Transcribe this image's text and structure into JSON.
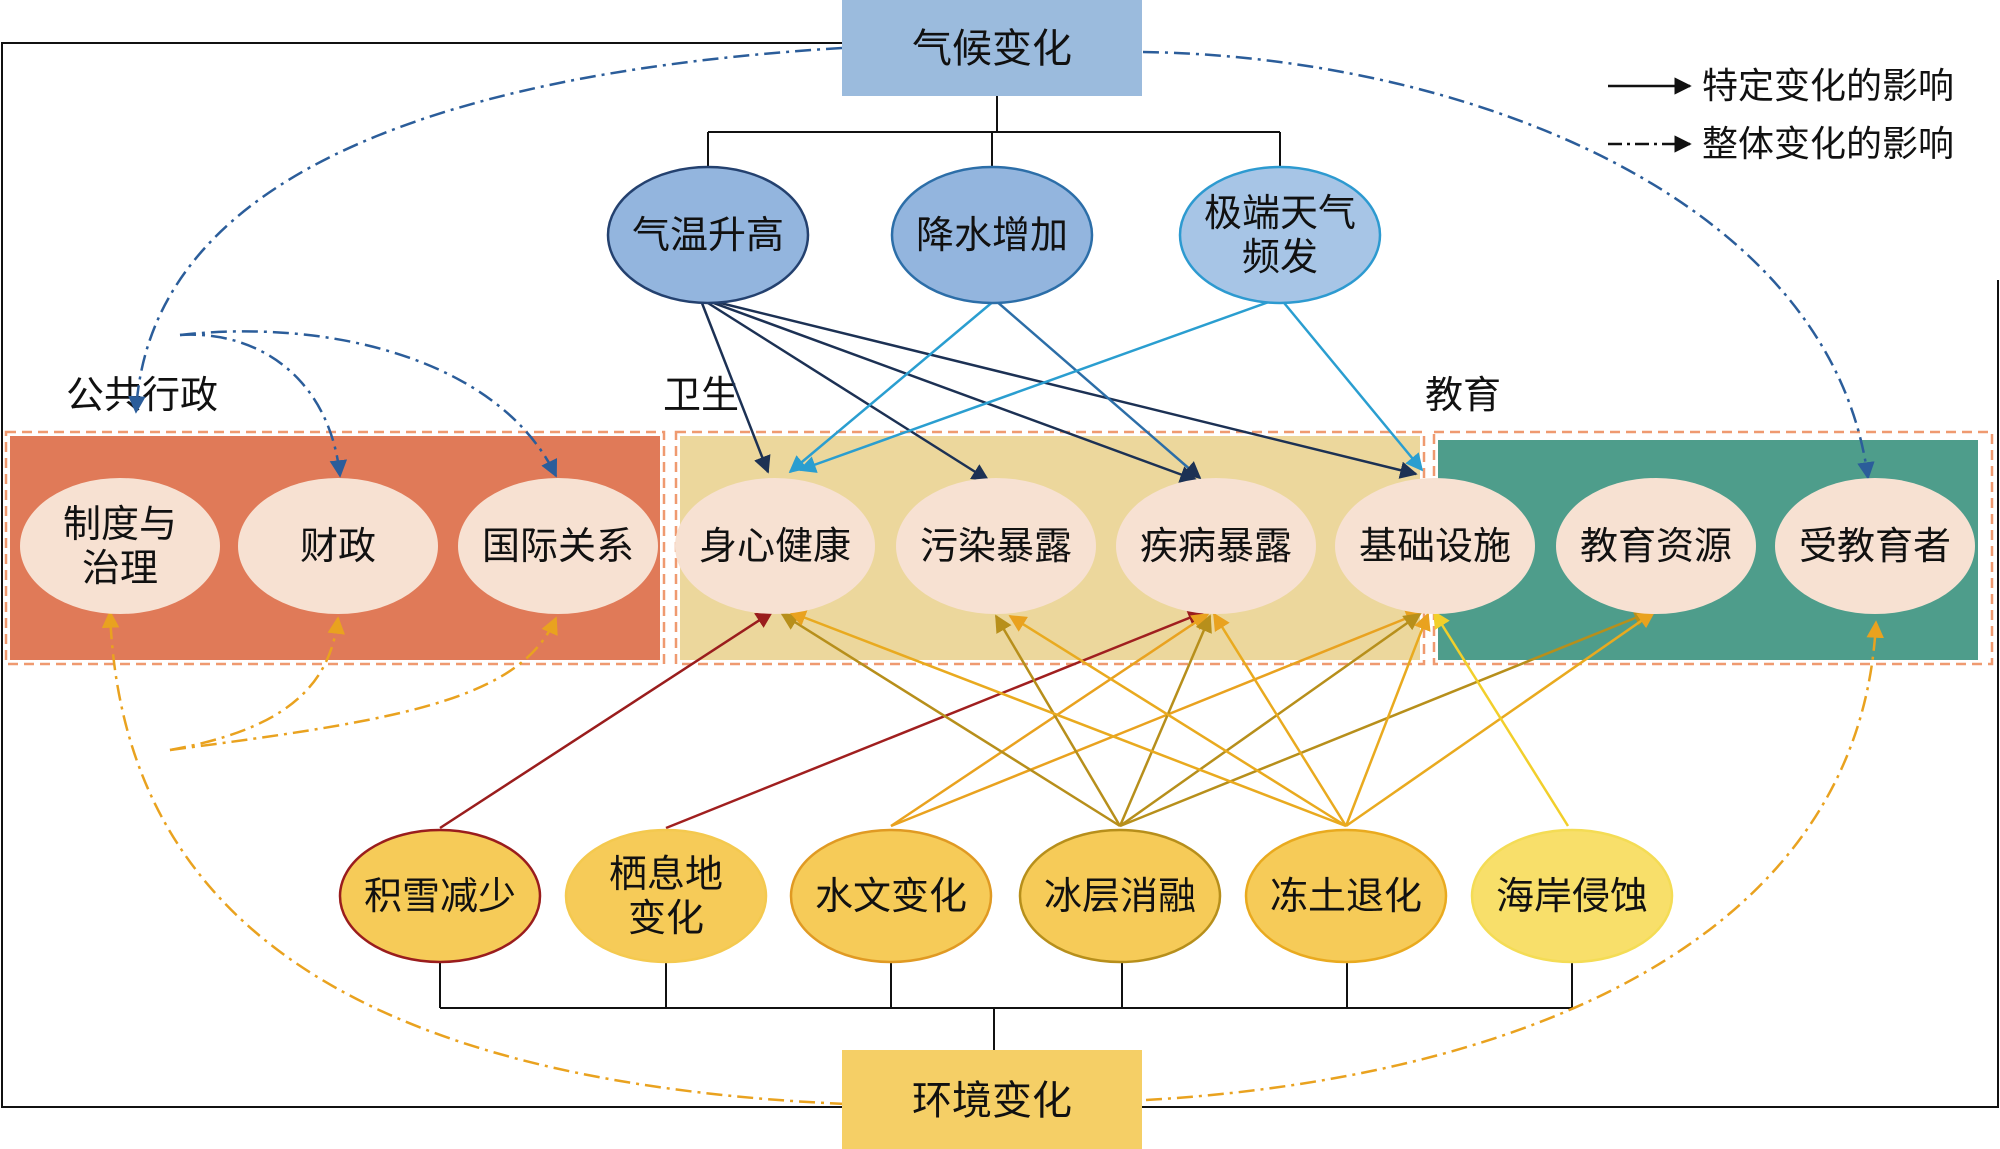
{
  "top_box": {
    "label": "气候变化",
    "color": "#9bbbdd"
  },
  "bottom_box": {
    "label": "环境变化",
    "color": "#f5cf66"
  },
  "legend": {
    "solid_label": "特定变化的影响",
    "dashed_label": "整体变化的影响"
  },
  "climate_factors": [
    {
      "lines": [
        "气温升高"
      ],
      "fill": "#93b5de",
      "stroke": "#24416f"
    },
    {
      "lines": [
        "降水增加"
      ],
      "fill": "#93b5de",
      "stroke": "#2c6ea8"
    },
    {
      "lines": [
        "极端天气",
        "频发"
      ],
      "fill": "#a7c5e6",
      "stroke": "#2d9ad0"
    }
  ],
  "sections": [
    {
      "label": "公共行政",
      "color": "#e07a58"
    },
    {
      "label": "卫生",
      "color": "#ecd79c"
    },
    {
      "label": "教育",
      "color": "#4e9d8b"
    }
  ],
  "impacts": [
    {
      "lines": [
        "制度与",
        "治理"
      ]
    },
    {
      "lines": [
        "财政"
      ]
    },
    {
      "lines": [
        "国际关系"
      ]
    },
    {
      "lines": [
        "身心健康"
      ]
    },
    {
      "lines": [
        "污染暴露"
      ]
    },
    {
      "lines": [
        "疾病暴露"
      ]
    },
    {
      "lines": [
        "基础设施"
      ]
    },
    {
      "lines": [
        "教育资源"
      ]
    },
    {
      "lines": [
        "受教育者"
      ]
    }
  ],
  "env_factors": [
    {
      "lines": [
        "积雪减少"
      ],
      "fill": "#f6cb58",
      "stroke": "#9a1d1d"
    },
    {
      "lines": [
        "栖息地",
        "变化"
      ],
      "fill": "#f6cb58",
      "stroke": "#f4c94f"
    },
    {
      "lines": [
        "水文变化"
      ],
      "fill": "#f6cb58",
      "stroke": "#e09a23"
    },
    {
      "lines": [
        "冰层消融"
      ],
      "fill": "#f6cb58",
      "stroke": "#b78f1b"
    },
    {
      "lines": [
        "冻土退化"
      ],
      "fill": "#f6cb58",
      "stroke": "#e9aa1f"
    },
    {
      "lines": [
        "海岸侵蚀"
      ],
      "fill": "#f8df6a",
      "stroke": "#f4dc55"
    }
  ],
  "impact_fill": "#f7e1d2"
}
